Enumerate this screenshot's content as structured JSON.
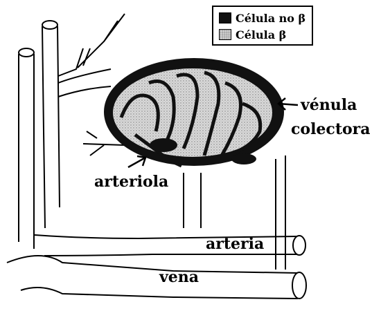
{
  "legend": {
    "non_beta_label": "Célula no β",
    "beta_label": "Célula β"
  },
  "labels": {
    "venule": "vénula",
    "venule_line2": "colectora",
    "arteriole": "arteriola",
    "artery": "arteria",
    "vein": "vena"
  },
  "colors": {
    "non_beta_cell": "#111111",
    "beta_cell": "#d6d6d6",
    "line": "#000000"
  }
}
